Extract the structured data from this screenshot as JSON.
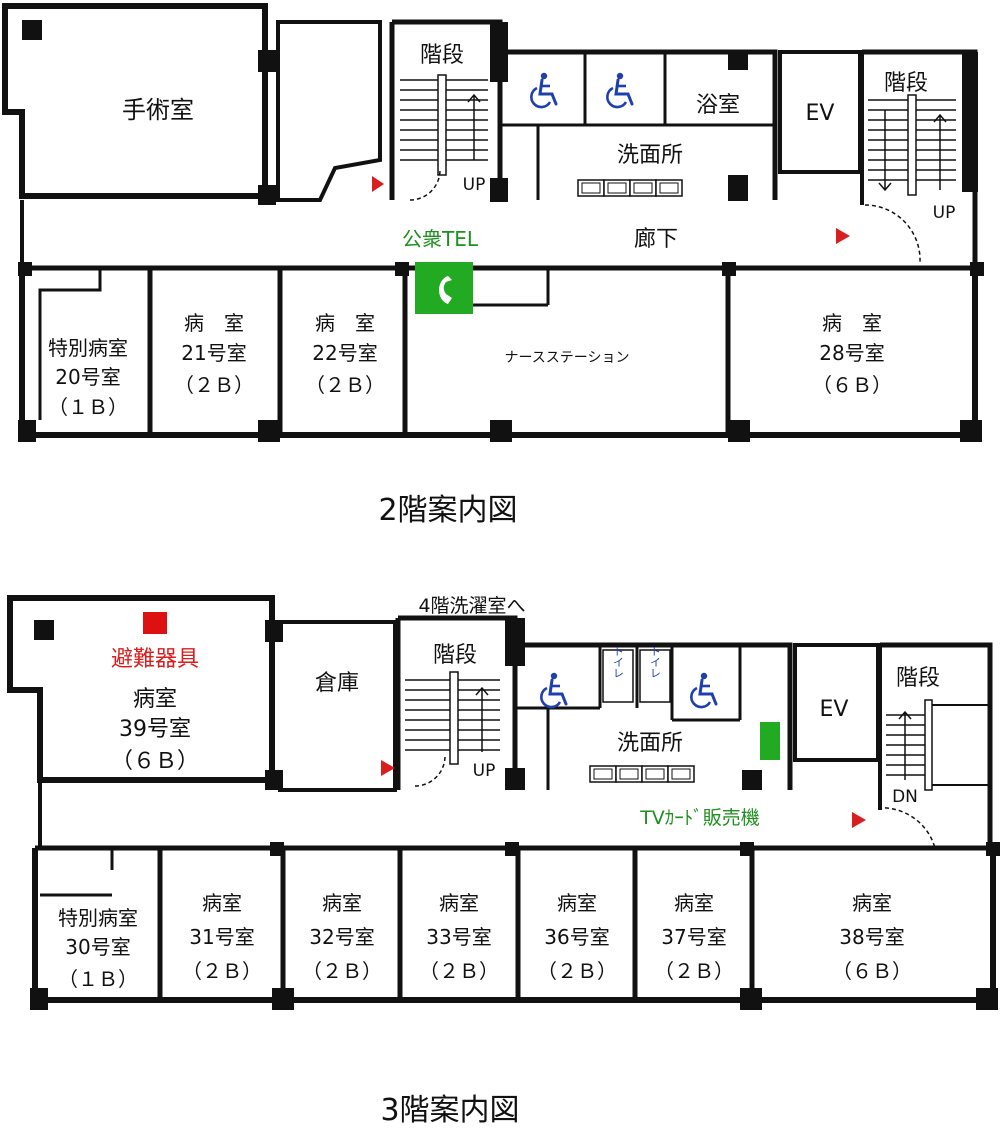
{
  "floor2": {
    "caption": "2階案内図",
    "surgery": "手術室",
    "stairs_left": "階段",
    "stairs_right": "階段",
    "up_left": "UP",
    "up_right": "UP",
    "bath": "浴室",
    "ev": "EV",
    "washroom": "洗面所",
    "corridor": "廊下",
    "public_tel": "公衆TEL",
    "nurse_station": "ナースステーション",
    "room20": {
      "line1": "特別病室",
      "line2": "20号室",
      "line3": "（１Ｂ）"
    },
    "room21": {
      "line1": "病　室",
      "line2": "21号室",
      "line3": "（２Ｂ）"
    },
    "room22": {
      "line1": "病　室",
      "line2": "22号室",
      "line3": "（２Ｂ）"
    },
    "room28": {
      "line1": "病　室",
      "line2": "28号室",
      "line3": "（６Ｂ）"
    }
  },
  "floor3": {
    "caption": "3階案内図",
    "to_laundry": "4階洗濯室へ",
    "evac": "避難器具",
    "storage": "倉庫",
    "stairs_left": "階段",
    "stairs_right": "階段",
    "up_left": "UP",
    "down_right": "DN",
    "toilet_a": "トイレ",
    "toilet_b": "トイレ",
    "ev": "EV",
    "washroom": "洗面所",
    "tv_card": "TVｶｰﾄﾞ販売機",
    "room39": {
      "line1": "病室",
      "line2": "39号室",
      "line3": "（６Ｂ）"
    },
    "room30": {
      "line1": "特別病室",
      "line2": "30号室",
      "line3": "（１Ｂ）"
    },
    "room31": {
      "line1": "病室",
      "line2": "31号室",
      "line3": "（２Ｂ）"
    },
    "room32": {
      "line1": "病室",
      "line2": "32号室",
      "line3": "（２Ｂ）"
    },
    "room33": {
      "line1": "病室",
      "line2": "33号室",
      "line3": "（２Ｂ）"
    },
    "room36": {
      "line1": "病室",
      "line2": "36号室",
      "line3": "（２Ｂ）"
    },
    "room37": {
      "line1": "病室",
      "line2": "37号室",
      "line3": "（２Ｂ）"
    },
    "room38": {
      "line1": "病室",
      "line2": "38号室",
      "line3": "（６Ｂ）"
    }
  },
  "icons": [
    "wheelchair-icon",
    "phone-icon",
    "arrow-icon",
    "evac-equipment-icon",
    "vending-machine-icon"
  ],
  "colors": {
    "wall": "#111111",
    "tel": "#22aa22",
    "evac": "#dd1111",
    "wheelchair": "#1f3fae",
    "arrow": "#d81e1e"
  }
}
